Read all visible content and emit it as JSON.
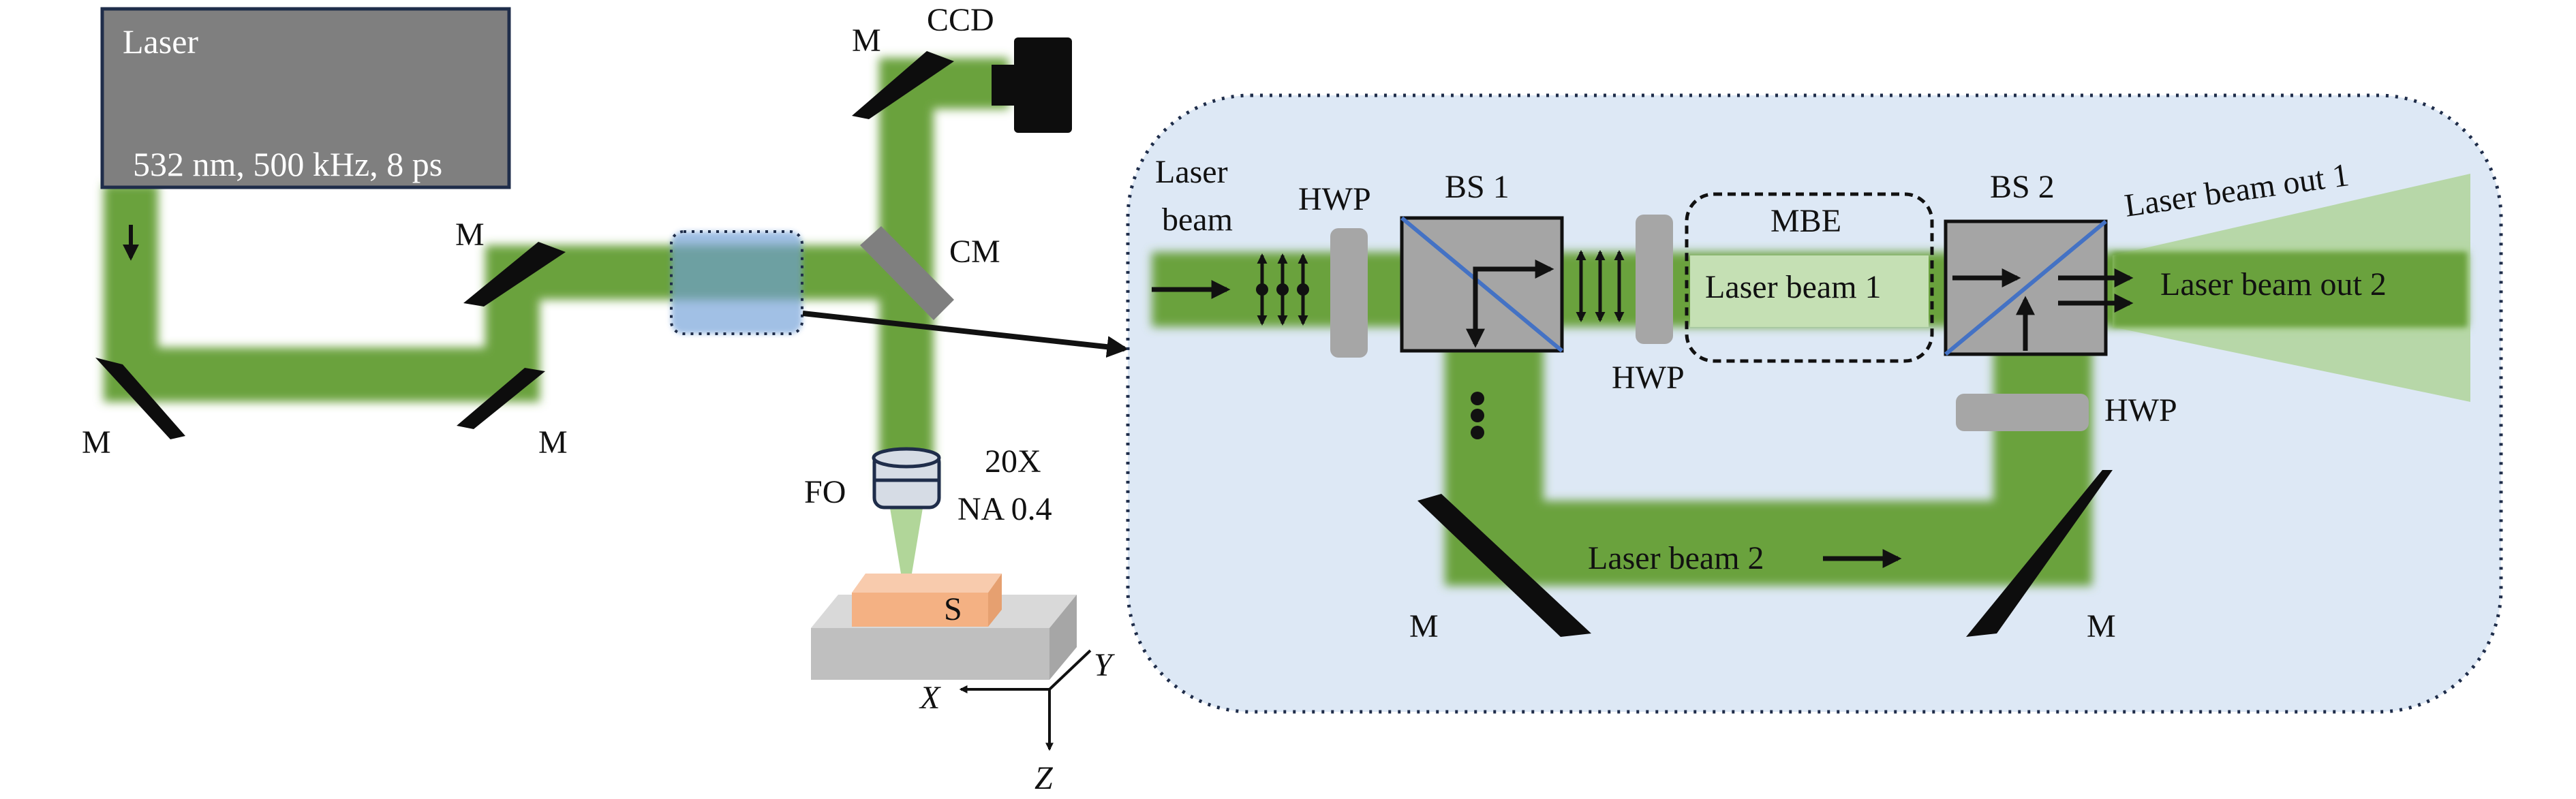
{
  "laser_box": {
    "title": "Laser",
    "spec": "532 nm, 500 kHz, 8 ps"
  },
  "labels": {
    "mirror": "M",
    "ccd": "CCD",
    "cm": "CM",
    "fo": "FO",
    "objective_mag": "20X",
    "objective_na": "NA 0.4",
    "sample": "S",
    "axis_x": "X",
    "axis_y": "Y",
    "axis_z": "Z"
  },
  "inset": {
    "laser_beam_line1": "Laser",
    "laser_beam_line2": "beam",
    "hwp": "HWP",
    "bs1": "BS 1",
    "bs2": "BS 2",
    "mbe": "MBE",
    "laser_beam_1": "Laser beam 1",
    "laser_beam_2": "Laser beam 2",
    "laser_beam_out_1": "Laser beam out 1",
    "laser_beam_out_2": "Laser beam out 2"
  },
  "colors": {
    "beam_green": "#6aa23c",
    "laser_box_fill": "#7f7f7f",
    "laser_box_border": "#1f2d4a",
    "mirror_fill": "#0d0d0d",
    "inset_bg": "#dde8f5",
    "component_gray": "#a6a6a6",
    "splitter_gray": "#a5a5a5",
    "splitter_diagonal": "#4472c4",
    "sample_orange": "#f4b183",
    "stage_gray": "#bfbfbf",
    "expander_blue": "#6f9fd8",
    "light_green": "#a9d18e"
  }
}
